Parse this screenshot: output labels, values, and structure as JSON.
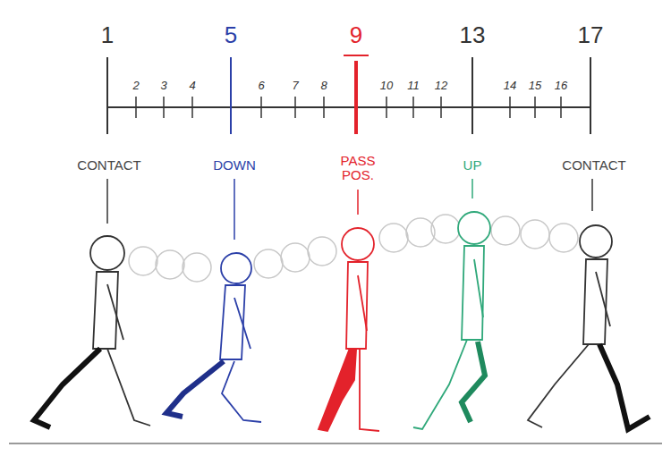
{
  "diagram": {
    "labels": [
      "1",
      "2",
      "3",
      "4",
      "5",
      "6",
      "7",
      "8",
      "9",
      "10",
      "11",
      "12",
      "13",
      "14",
      "15",
      "16",
      "17",
      "CONTACT",
      "DOWN",
      "PASS POS.",
      "UP",
      "CONTACT"
    ]
  }
}
